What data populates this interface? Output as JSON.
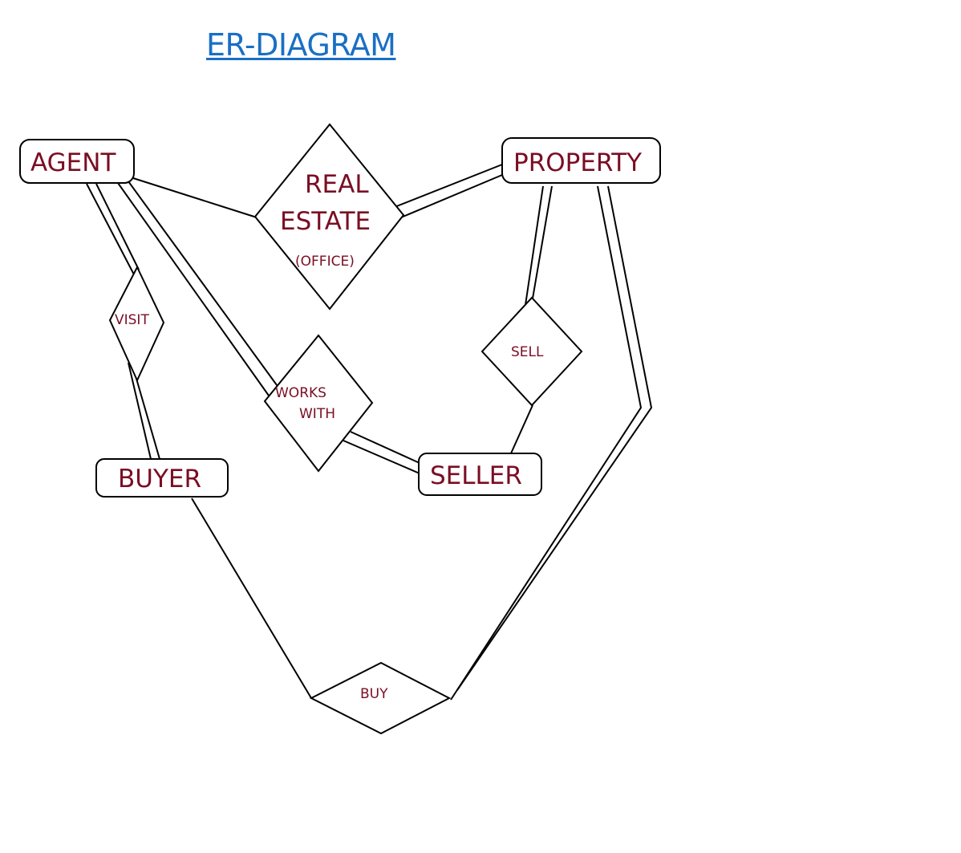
{
  "title": "ER-DIAGRAM",
  "colors": {
    "title": "#1a6fc4",
    "label": "#7a0e23",
    "stroke": "#000000",
    "background": "#ffffff"
  },
  "entities": {
    "agent": "AGENT",
    "property": "PROPERTY",
    "buyer": "BUYER",
    "seller": "SELLER"
  },
  "relationships": {
    "real_estate": {
      "line1": "REAL",
      "line2": "ESTATE",
      "note": "(OFFICE)"
    },
    "visit": "VISIT",
    "works_with": {
      "line1": "WORKS",
      "line2": "WITH"
    },
    "sell": "SELL",
    "buy": "BUY"
  }
}
